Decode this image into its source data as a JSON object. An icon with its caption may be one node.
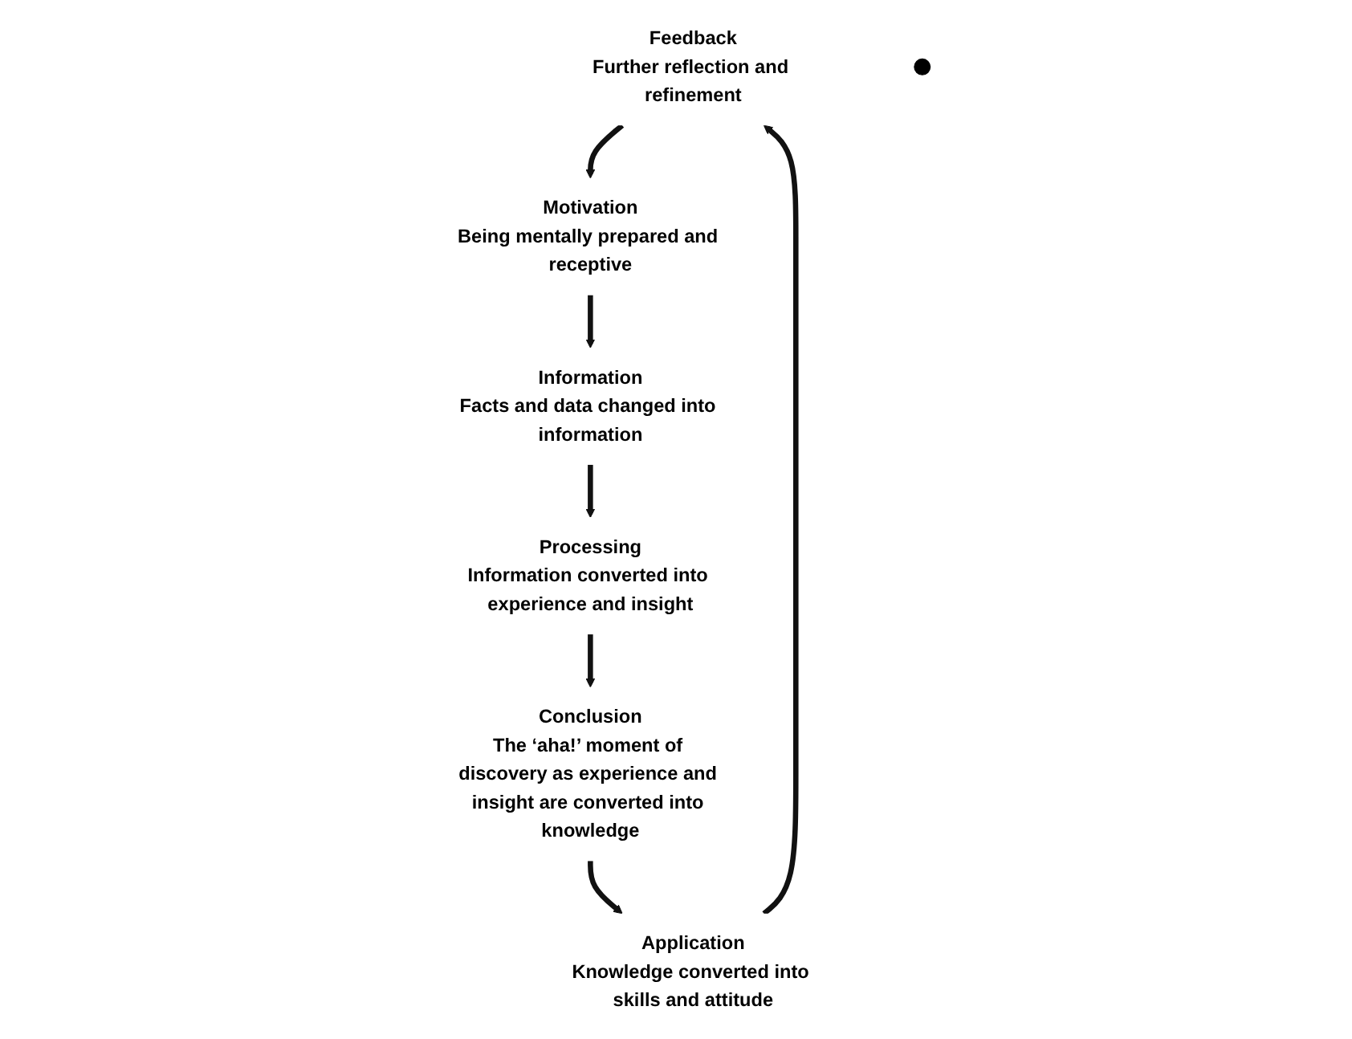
{
  "diagram": {
    "nodes": [
      {
        "text": [
          "Feedback",
          "Further reflection and refinement"
        ]
      },
      {
        "text": [
          "Motivation",
          "Being mentally prepared and receptive"
        ]
      },
      {
        "text": [
          "Application",
          "Knowledge converted into skills and attitude"
        ]
      },
      {
        "text": [],
        "shape": "circle"
      },
      {
        "text": [
          "Information",
          "Facts and data changed into information"
        ]
      },
      {
        "text": [
          "Processing",
          "Information converted into experience and insight"
        ]
      },
      {
        "text": [
          "Conclusion",
          "The ‘aha!’ moment of discovery as experience and insight are converted into knowledge"
        ]
      }
    ],
    "edges": [
      {
        "from": 0,
        "to": 1,
        "arrow": "to"
      },
      {
        "from": 1,
        "to": 4,
        "arrow": "to"
      },
      {
        "from": 4,
        "to": 5,
        "arrow": "to"
      },
      {
        "from": 5,
        "to": 6,
        "arrow": "to"
      },
      {
        "from": 6,
        "to": 2,
        "arrow": "to"
      },
      {
        "from": 2,
        "to": 0,
        "arrow": "to"
      }
    ]
  }
}
